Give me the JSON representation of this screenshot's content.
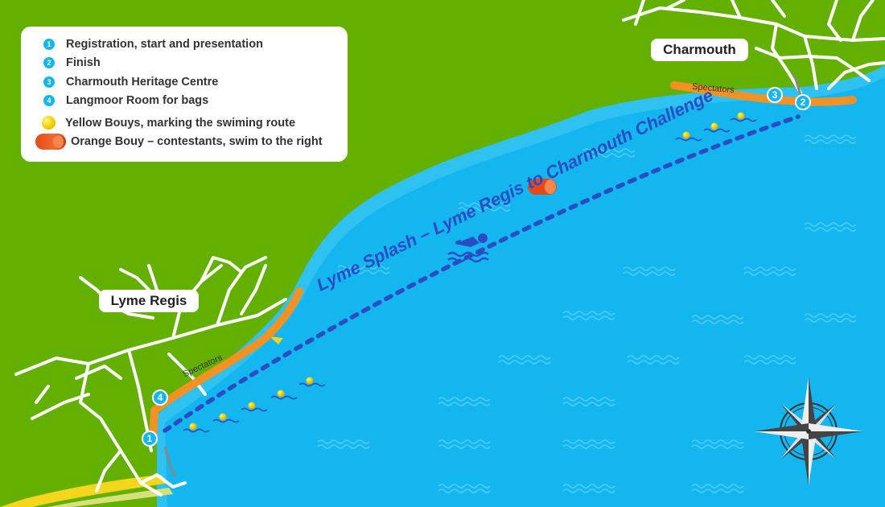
{
  "legend": {
    "items": [
      {
        "number": "1",
        "label": "Registration, start and presentation"
      },
      {
        "number": "2",
        "label": "Finish"
      },
      {
        "number": "3",
        "label": "Charmouth Heritage Centre"
      },
      {
        "number": "4",
        "label": "Langmoor Room for bags"
      }
    ],
    "yellow_buoy_label": "Yellow Bouys, marking the swiming route",
    "orange_buoy_label": "Orange Bouy – contestants, swim to the right"
  },
  "towns": {
    "charmouth": "Charmouth",
    "lyme_regis": "Lyme Regis"
  },
  "spectators": {
    "charmouth": "Spectators",
    "lyme_regis": "Spectators"
  },
  "route_title": "Lyme Splash – Lyme Regis to Charmouth Challenge",
  "markers": {
    "start": "1",
    "finish": "2",
    "heritage": "3",
    "bags": "4"
  },
  "colors": {
    "land": "#63b000",
    "sea": "#13b6ef",
    "route": "#2a4dc4",
    "spectator_band": "#f39224",
    "marker": "#13b6ef",
    "yellow_buoy": "#f6d400",
    "orange_buoy": "#e24a1b"
  },
  "icons": {
    "swimmer": "swimmer-icon",
    "compass": "compass-rose-icon",
    "waves": "wave-icon"
  }
}
